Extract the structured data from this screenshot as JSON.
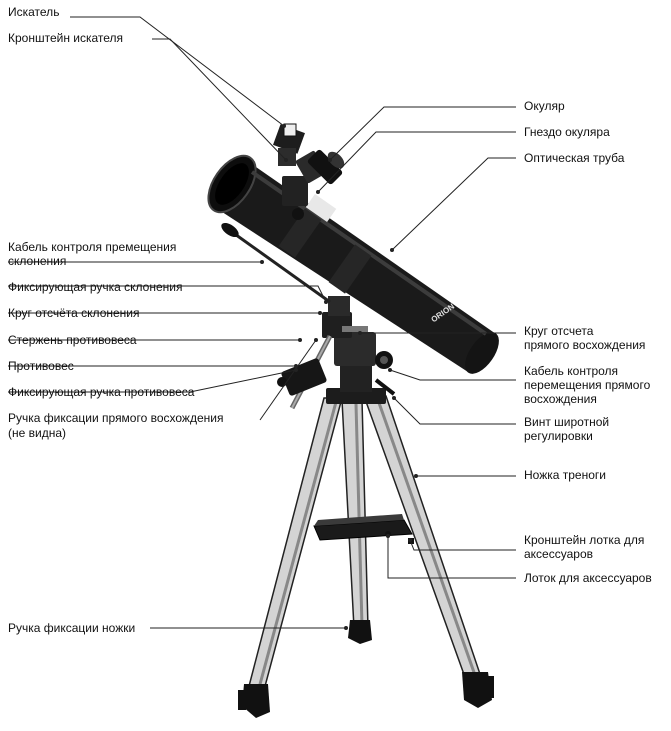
{
  "colors": {
    "ink": "#111111",
    "leader": "#222222",
    "tube": "#1a1a1a",
    "leg": "#d4d4d4",
    "background": "#ffffff"
  },
  "tube": {
    "brand": "ORION"
  },
  "labels": {
    "finder": "Искатель",
    "finder_bracket": "Кронштейн искателя",
    "eyepiece": "Окуляр",
    "eyepiece_socket": "Гнездо окуляра",
    "optical_tube": "Оптическая труба",
    "dec_cable_1": "Кабель контроля премещения",
    "dec_cable_2": "склонения",
    "dec_lock": "Фиксирующая ручка склонения",
    "dec_circle": "Круг отсчёта склонения",
    "cw_rod": "Стержень противовеса",
    "counterweight": "Противовес",
    "cw_lock": "Фиксирующая ручка противовеса",
    "ra_lock_1": "Ручка фиксации прямого восхождения",
    "ra_lock_2": "(не видна)",
    "ra_circle_1": "Круг отсчета",
    "ra_circle_2": "прямого восхождения",
    "ra_cable_1": "Кабель контроля",
    "ra_cable_2": "перемещения прямого",
    "ra_cable_3": "восхождения",
    "latitude_1": "Винт широтной",
    "latitude_2": "регулировки",
    "tripod_leg": "Ножка треноги",
    "tray_bracket_1": "Кронштейн лотка для",
    "tray_bracket_2": "аксессуаров",
    "tray": "Лоток для аксессуаров",
    "leg_lock": "Ручка фиксации ножки"
  }
}
